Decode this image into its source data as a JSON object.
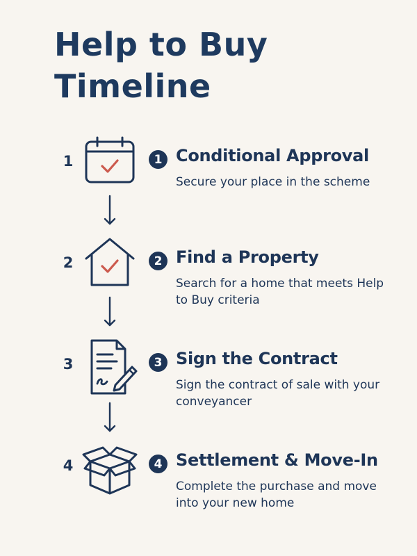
{
  "title_line1": "Help to Buy",
  "title_line2": "Timeline",
  "colors": {
    "navy": "#1e3557",
    "accent": "#cc5a4e",
    "background": "#f8f5f0"
  },
  "steps": [
    {
      "number": "1",
      "badge": "1",
      "icon": "calendar-check-icon",
      "title": "Conditional Approval",
      "description": "Secure your place in the scheme"
    },
    {
      "number": "2",
      "badge": "2",
      "icon": "house-check-icon",
      "title": "Find a Property",
      "description": "Search for a home that meets Help to Buy criteria"
    },
    {
      "number": "3",
      "badge": "3",
      "icon": "contract-pen-icon",
      "title": "Sign the Contract",
      "description": "Sign the contract of sale with your conveyancer"
    },
    {
      "number": "4",
      "badge": "4",
      "icon": "open-box-icon",
      "title": "Settlement & Move-In",
      "description": "Complete the purchase and move into your new home"
    }
  ]
}
